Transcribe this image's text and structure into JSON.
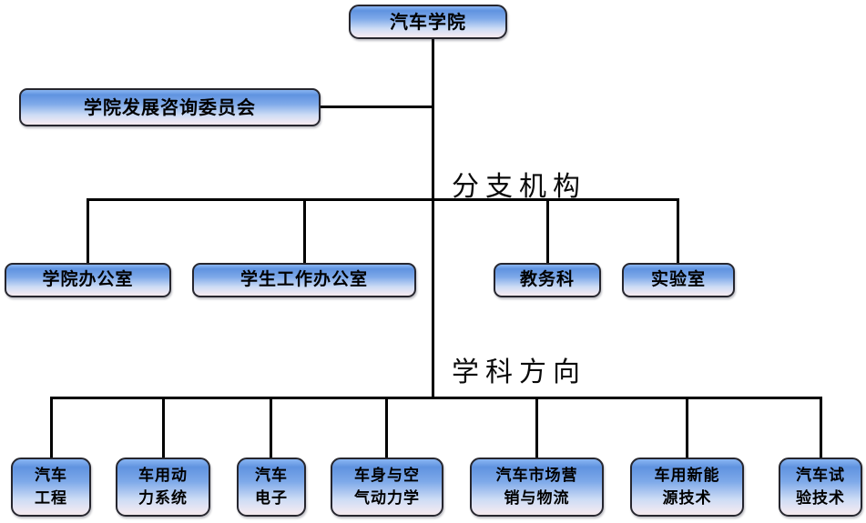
{
  "org": {
    "root_label": "汽车学院",
    "committee_label": "学院发展咨询委员会",
    "sections": {
      "branches_title": "分支机构",
      "disciplines_title": "学科方向"
    },
    "branch_boxes": [
      "学院办公室",
      "学生工作办公室",
      "教务科",
      "实验室"
    ],
    "discipline_boxes": [
      "汽车\n工程",
      "车用动\n力系统",
      "汽车\n电子",
      "车身与空\n气动力学",
      "汽车市场营\n销与物流",
      "车用新能\n源技术",
      "汽车试\n验技术"
    ]
  },
  "colors": {
    "background": "#ffffff",
    "box_gradient_top": "#8ab6f3",
    "box_gradient_mid_blue": "#7ea9e9",
    "box_gradient_light": "#cddcf5",
    "box_gradient_bottom": "#f2e9ec",
    "box_border": "#26262e",
    "connector_line": "#000000",
    "text": "#000000"
  }
}
